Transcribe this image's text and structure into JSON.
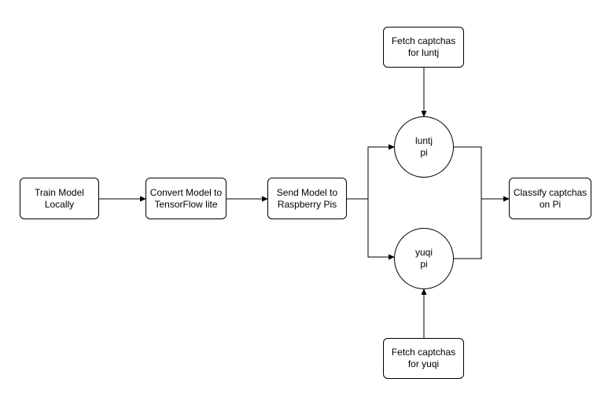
{
  "nodes": {
    "train": "Train Model\nLocally",
    "convert": "Convert Model to\nTensorFlow lite",
    "send": "Send Model to\nRaspberry Pis",
    "fetch_luntj": "Fetch captchas\nfor luntj",
    "luntj_pi": "luntj\npi",
    "yuqi_pi": "yuqi\npi",
    "fetch_yuqi": "Fetch captchas\nfor yuqi",
    "classify": "Classify captchas\non Pi"
  },
  "edges": [
    [
      "train",
      "convert"
    ],
    [
      "convert",
      "send"
    ],
    [
      "send",
      "luntj_pi"
    ],
    [
      "send",
      "yuqi_pi"
    ],
    [
      "fetch_luntj",
      "luntj_pi"
    ],
    [
      "fetch_yuqi",
      "yuqi_pi"
    ],
    [
      "luntj_pi",
      "classify"
    ],
    [
      "yuqi_pi",
      "classify"
    ]
  ]
}
